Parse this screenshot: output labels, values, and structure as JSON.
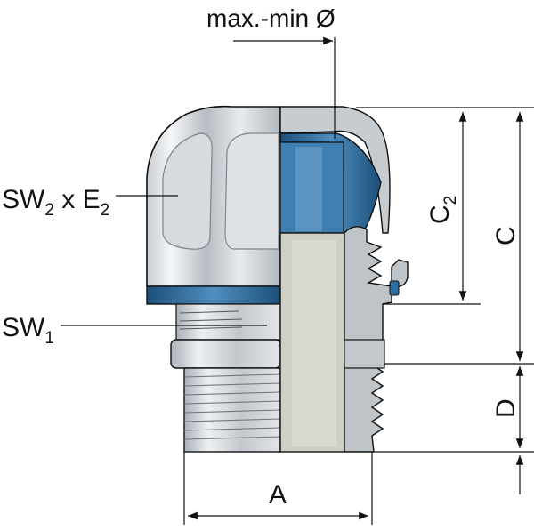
{
  "labels": {
    "top": "max.-min Ø",
    "sw2_main": "SW",
    "sw2_sub": "2",
    "sw2_mid": " x E",
    "e2_sub": "2",
    "sw1_main": "SW",
    "sw1_sub": "1",
    "a": "A",
    "c": "C",
    "c2_main": "C",
    "c2_sub": "2",
    "d": "D"
  },
  "colors": {
    "line": "#111111",
    "blue": "#2f6f9f",
    "blue_dark": "#1d4f78",
    "metal_light": "#e6e9ec",
    "metal_mid": "#bfc5cb",
    "metal_dark": "#8b929a",
    "section": "#cfcfc4",
    "section_dark": "#b7b7aa"
  }
}
